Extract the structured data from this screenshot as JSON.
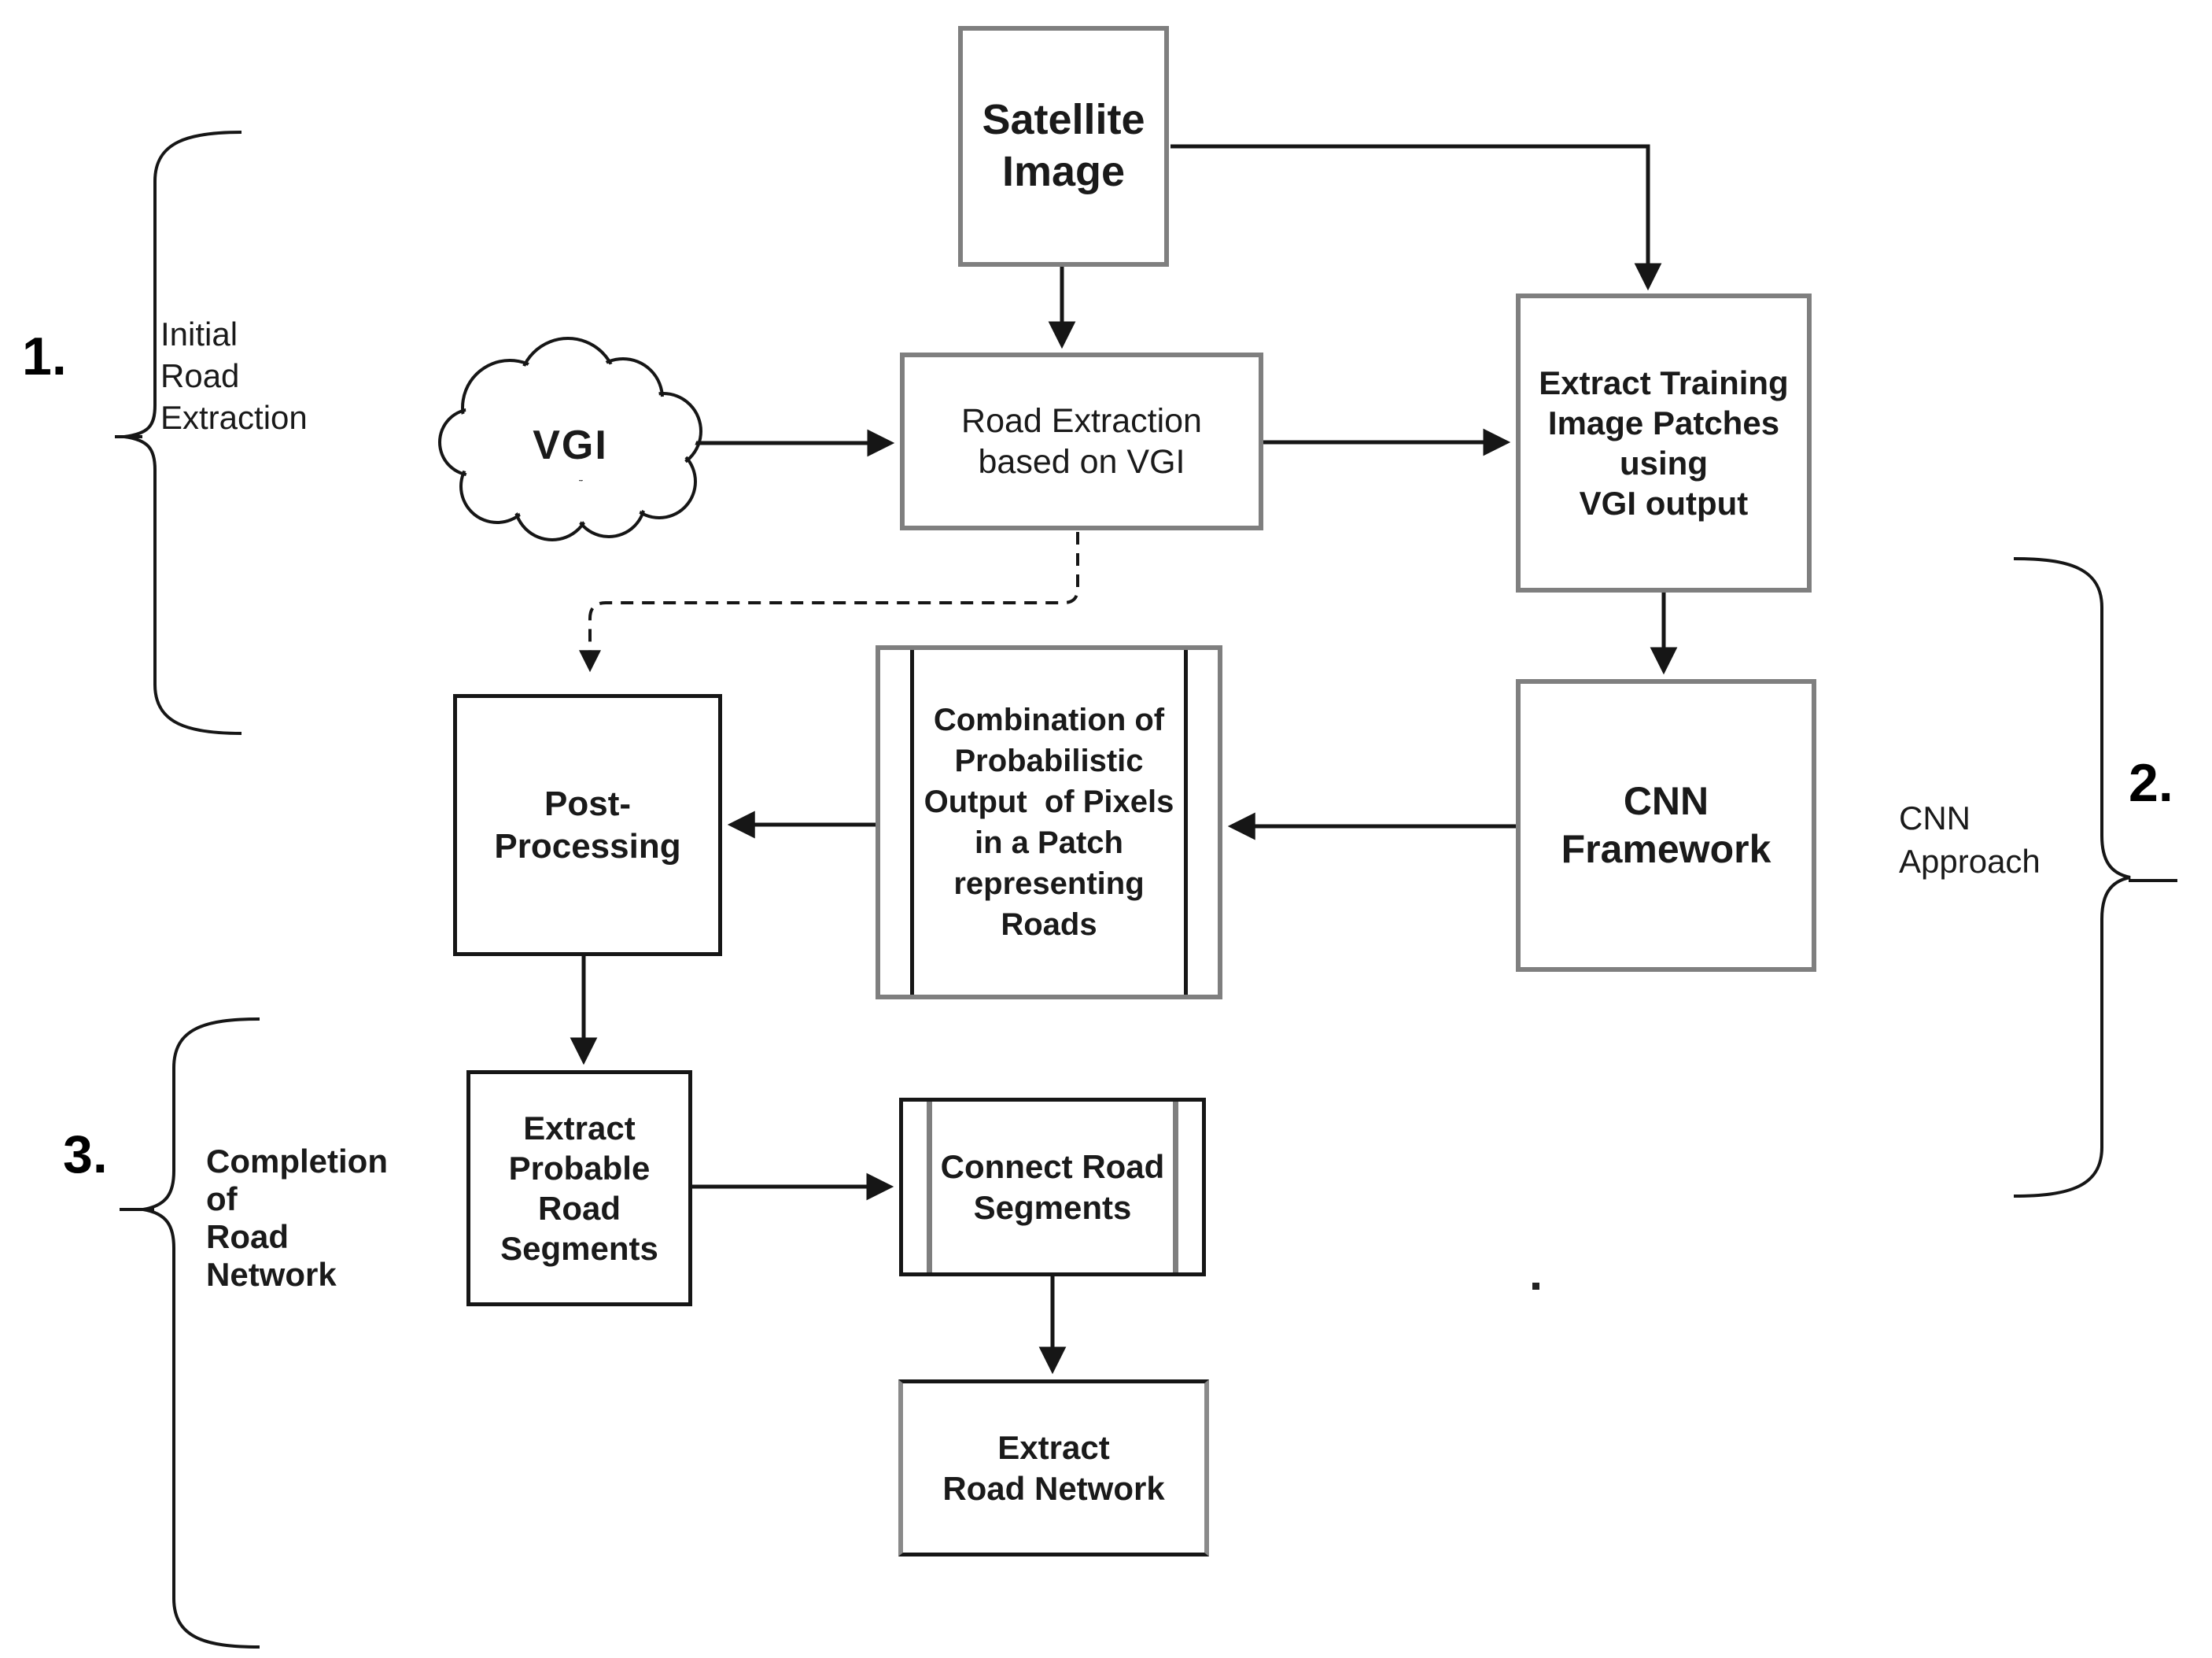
{
  "sections": {
    "s1": {
      "number": "1.",
      "label": "Initial\nRoad\nExtraction"
    },
    "s2": {
      "number": "2.",
      "label": "CNN\nApproach"
    },
    "s3": {
      "number": "3.",
      "label": "Completion\nof\nRoad\nNetwork"
    }
  },
  "nodes": {
    "satellite": {
      "label": "Satellite\nImage"
    },
    "vgi": {
      "label": "VGI"
    },
    "road_extraction": {
      "label": "Road Extraction\nbased on VGI"
    },
    "extract_training": {
      "label": "Extract Training\nImage Patches\nusing\nVGI output"
    },
    "cnn_framework": {
      "label": "CNN\nFramework"
    },
    "combination": {
      "label": "Combination of\nProbabilistic\nOutput  of Pixels\nin a Patch\nrepresenting\nRoads"
    },
    "post_processing": {
      "label": "Post-\nProcessing"
    },
    "extract_probable": {
      "label": "Extract\nProbable\nRoad\nSegments"
    },
    "connect_road": {
      "label": "Connect Road\nSegments"
    },
    "extract_network": {
      "label": "Extract\nRoad Network"
    }
  },
  "colors": {
    "border_gray": "#7f7f7f",
    "border_black": "#161616",
    "line": "#161616",
    "background": "#ffffff",
    "text": "#1a1a1a"
  }
}
